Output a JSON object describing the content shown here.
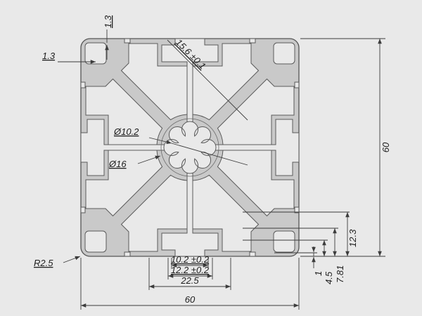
{
  "colors": {
    "background": "#e9e9e9",
    "profile_fill": "#c9c9c9",
    "outline": "#555555",
    "dimension_lines": "#3c3c3c"
  },
  "dims": {
    "wall_top": "1.3",
    "wall_left": "1.3",
    "slot_inner_width": "15.6 ±0.1",
    "center_bore": "Ø10.2",
    "bore_circle": "Ø16",
    "overall_height": "60",
    "overall_width": "60",
    "corner_radius": "R2.5",
    "slot_width_a": "10.2 ±0.2",
    "slot_width_b": "12.2 ±0.2",
    "slot_span": "22.5",
    "step_1": "1",
    "step_2": "4.5",
    "step_3": "7.81",
    "step_4": "12.3"
  }
}
